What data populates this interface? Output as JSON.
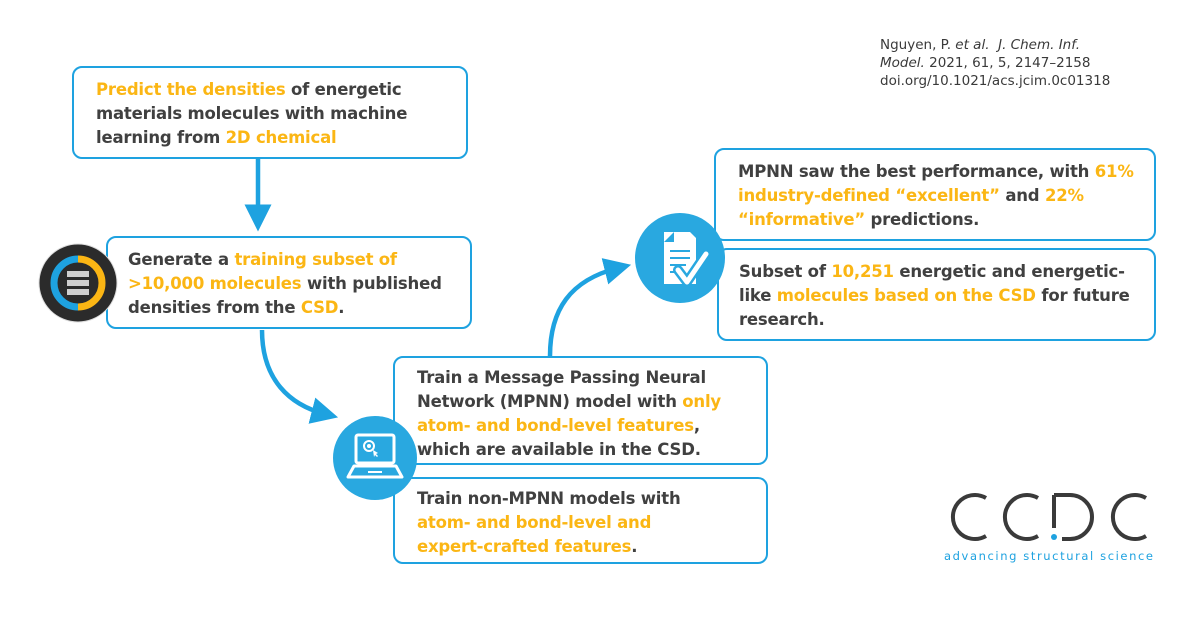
{
  "citation": {
    "author": "Nguyen, P.",
    "etal": "et al.",
    "journal": "J. Chem. Inf. Model.",
    "details": "2021, 61, 5, 2147–2158",
    "doi": "doi.org/10.1021/acs.jcim.0c01318"
  },
  "steps": {
    "goal": {
      "hl1": "Predict the densities",
      "t1": " of energetic materials molecules with machine learning from ",
      "hl2": "2D chemical"
    },
    "generate": {
      "t1": "Generate a ",
      "hl1": "training subset of >10,000 molecules",
      "t2": " with published densities from the ",
      "hl2": "CSD",
      "t3": "."
    },
    "train_mpnn": {
      "t1": "Train a Message Passing Neural Network (MPNN) model with ",
      "hl1": "only atom- and bond-level features",
      "t2": ", which are available in the CSD."
    },
    "train_non_mpnn": {
      "t1": "Train non-MPNN models with ",
      "hl1": "atom- and bond-level and expert-crafted features",
      "t2": "."
    },
    "result_performance": {
      "t1": "MPNN saw the best performance, with ",
      "hl1": "61% industry-defined “excellent”",
      "t2": " and ",
      "hl2": "22% “informative”",
      "t3": " predictions."
    },
    "result_subset": {
      "t1": "Subset of ",
      "hl1": "10,251",
      "t2": " energetic and energetic-like ",
      "hl2": "molecules based on the CSD",
      "t3": " for future research."
    }
  },
  "icons": {
    "database": "database-icon",
    "laptop": "laptop-icon",
    "document_check": "document-check-icon"
  },
  "logo": {
    "name": "CCDC",
    "tagline": "advancing structural science"
  },
  "colors": {
    "accent_blue": "#1ea2e0",
    "highlight_yellow": "#fbb614",
    "text_dark": "#404040",
    "icon_dark": "#2b2b2b"
  }
}
